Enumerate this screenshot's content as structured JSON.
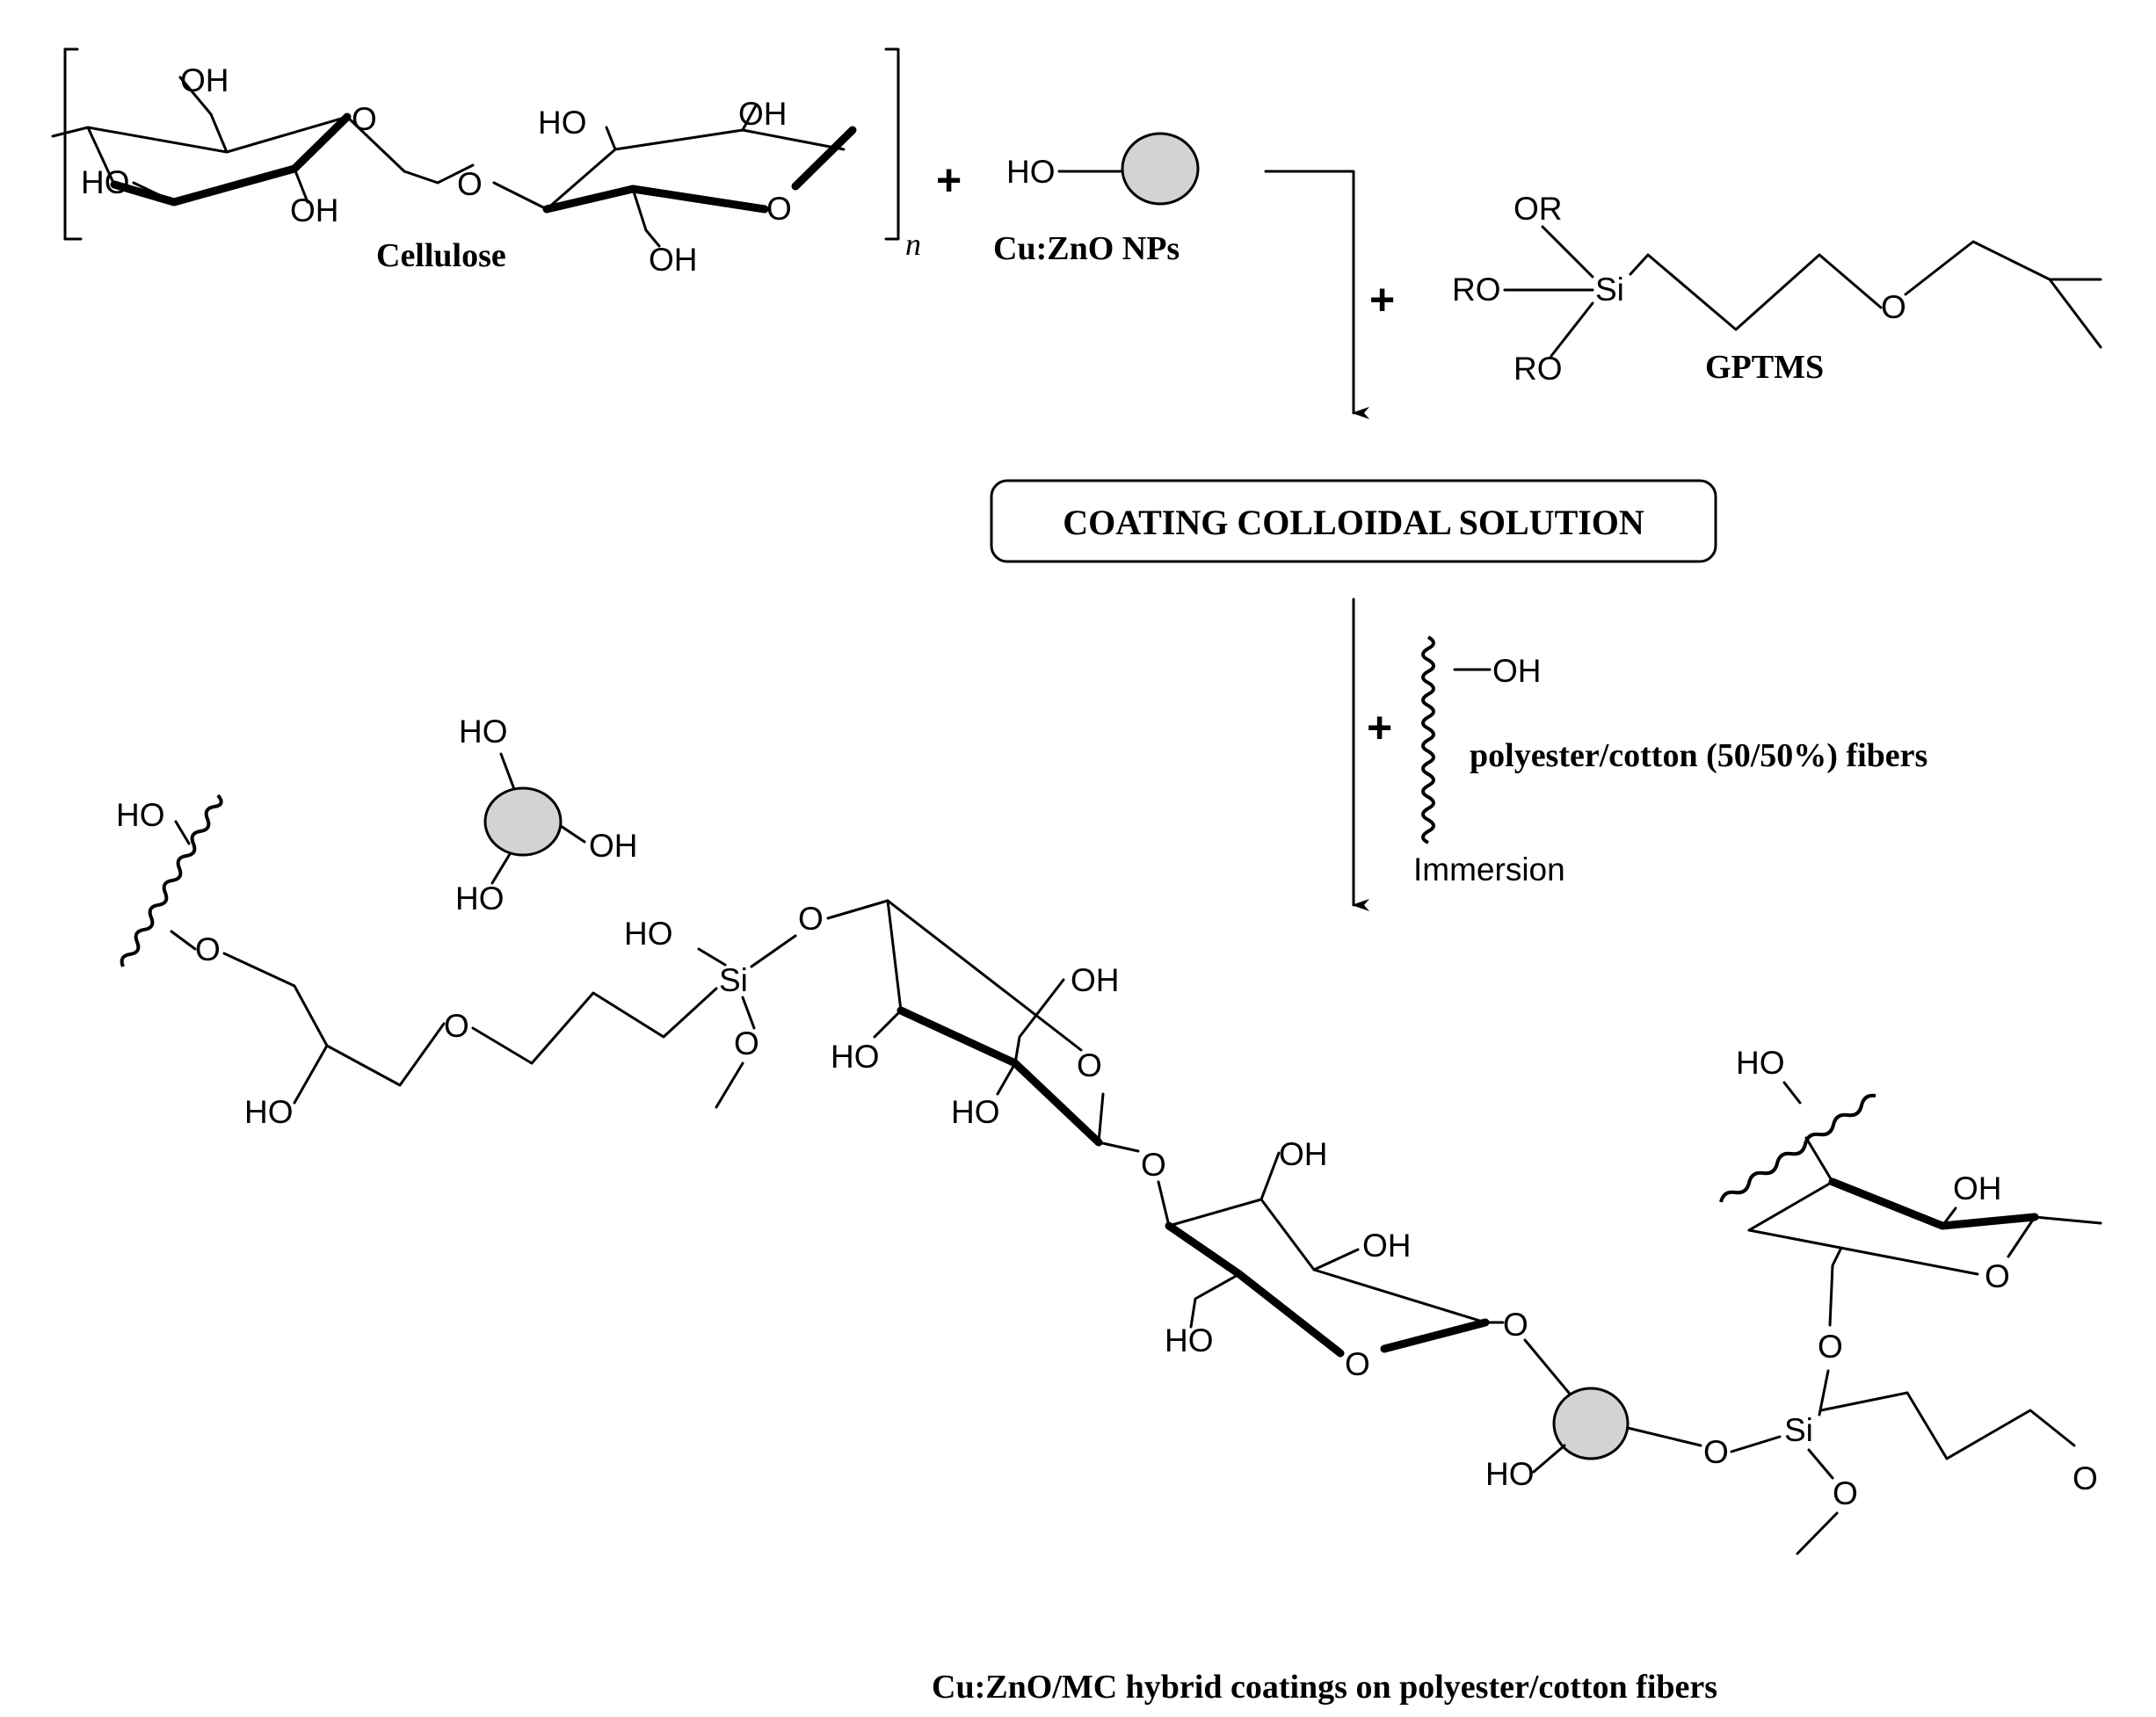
{
  "colors": {
    "nanoparticle_fill": "#d3d3d3",
    "ink": "#000000"
  },
  "labels": {
    "cellulose": "Cellulose",
    "repeat_n": "n",
    "nps": "Cu:ZnO NPs",
    "gptms": "GPTMS",
    "colloidal_solution": "COATING COLLOIDAL SOLUTION",
    "fibers": "polyester/cotton (50/50%) fibers",
    "immersion": "Immersion",
    "product": "Cu:ZnO/MC hybrid coatings on polyester/cotton fibers"
  },
  "symbols": {
    "plus": "+",
    "OH": "OH",
    "HO": "HO",
    "O": "O",
    "OR": "OR",
    "RO": "RO",
    "Si": "Si"
  }
}
